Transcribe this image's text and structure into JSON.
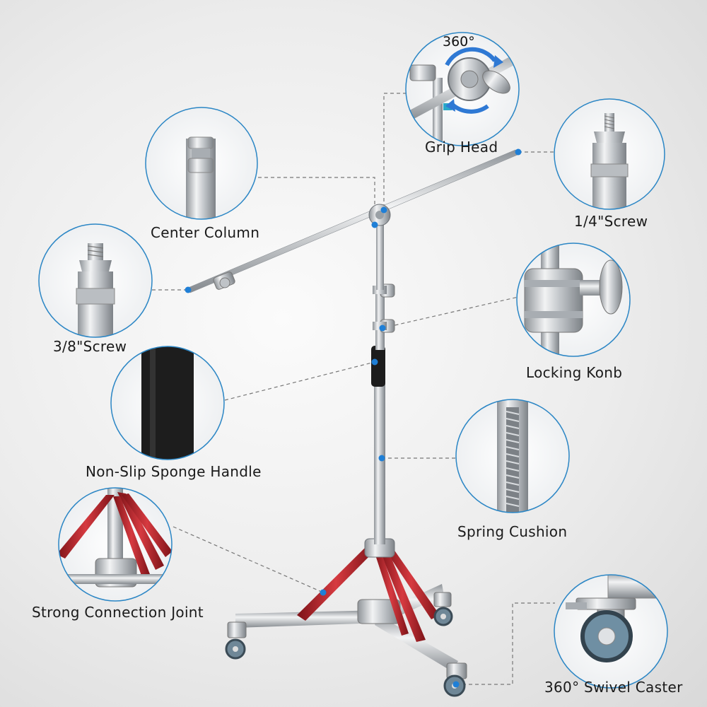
{
  "callouts": {
    "rotation": "360°",
    "grip_head": "Grip Head",
    "screw_quarter": "1/4\"Screw",
    "center_column": "Center Column",
    "screw_three_eighths": "3/8\"Screw",
    "locking_knob": "Locking Konb",
    "sponge_handle": "Non-Slip Sponge Handle",
    "spring_cushion": "Spring Cushion",
    "connection_joint": "Strong Connection Joint",
    "swivel_caster": "360° Swivel Caster"
  },
  "colors": {
    "accent": "#1f7fd6",
    "leg_red": "#b3262c",
    "steel": "#c9ccd0",
    "handle": "#1d1d1d"
  }
}
